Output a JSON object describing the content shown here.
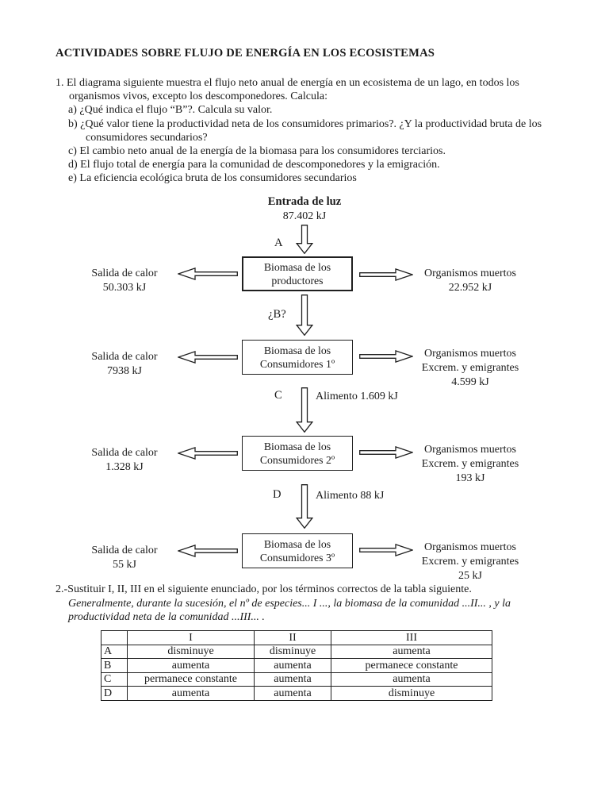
{
  "colors": {
    "background": "#ffffff",
    "text": "#1a1a1a",
    "line": "#1f1f1f"
  },
  "icons": {
    "down_arrow": "hollow-down-arrow",
    "left_arrow": "hollow-left-arrow",
    "right_arrow": "hollow-right-arrow"
  },
  "title": "ACTIVIDADES SOBRE FLUJO DE ENERGÍA EN LOS ECOSISTEMAS",
  "question1": {
    "number": "1.",
    "text": "El diagrama siguiente muestra el flujo neto anual de energía en un ecosistema de un lago, en todos los organismos vivos, excepto los descomponedores. Calcula:",
    "items": [
      {
        "label": "a)",
        "text": "¿Qué indica el flujo “B”?. Calcula su valor."
      },
      {
        "label": "b)",
        "text": "¿Qué valor tiene la productividad neta de los consumidores primarios?. ¿Y la productividad bruta de los consumidores secundarios?"
      },
      {
        "label": "c)",
        "text": "El cambio neto anual de la energía de la biomasa para los consumidores terciarios."
      },
      {
        "label": "d)",
        "text": "El flujo total de energía para la comunidad de descomponedores y la emigración."
      },
      {
        "label": "e)",
        "text": "La eficiencia ecológica bruta de los consumidores secundarios"
      }
    ]
  },
  "diagram": {
    "light": {
      "label": "Entrada de luz",
      "value": "87.402 kJ"
    },
    "flows": [
      {
        "left_label": "A",
        "right_label": ""
      },
      {
        "left_label": "¿B?",
        "right_label": ""
      },
      {
        "left_label": "C",
        "right_label": "Alimento 1.609 kJ"
      },
      {
        "left_label": "D",
        "right_label": "Alimento 88 kJ"
      }
    ],
    "levels": [
      {
        "box_line1": "Biomasa de los",
        "box_line2": "productores",
        "heat_label": "Salida de calor",
        "heat_value": "50.303 kJ",
        "out_lines": [
          "Organismos muertos",
          "22.952 kJ"
        ]
      },
      {
        "box_line1": "Biomasa de los",
        "box_line2": "Consumidores 1º",
        "heat_label": "Salida de calor",
        "heat_value": "7938 kJ",
        "out_lines": [
          "Organismos muertos",
          "Excrem. y emigrantes",
          "4.599 kJ"
        ]
      },
      {
        "box_line1": "Biomasa de los",
        "box_line2": "Consumidores 2º",
        "heat_label": "Salida de calor",
        "heat_value": "1.328 kJ",
        "out_lines": [
          "Organismos muertos",
          "Excrem. y emigrantes",
          "193 kJ"
        ]
      },
      {
        "box_line1": "Biomasa de los",
        "box_line2": "Consumidores 3º",
        "heat_label": "Salida de calor",
        "heat_value": "55 kJ",
        "out_lines": [
          "Organismos muertos",
          "Excrem. y emigrantes",
          "25 kJ"
        ]
      }
    ]
  },
  "question2": {
    "number": "2.-",
    "text": "Sustituir I, II, III en el siguiente enunciado, por los términos correctos de la tabla siguiente.",
    "italic": "Generalmente, durante la sucesión, el nº de especies... I ..., la biomasa de la comunidad ...II... , y la productividad neta de la comunidad ...III... ."
  },
  "table": {
    "headers": [
      "",
      "I",
      "II",
      "III"
    ],
    "rows": [
      {
        "label": "A",
        "cells": [
          "disminuye",
          "disminuye",
          "aumenta"
        ]
      },
      {
        "label": "B",
        "cells": [
          "aumenta",
          "aumenta",
          "permanece constante"
        ]
      },
      {
        "label": "C",
        "cells": [
          "permanece constante",
          "aumenta",
          "aumenta"
        ]
      },
      {
        "label": "D",
        "cells": [
          "aumenta",
          "aumenta",
          "disminuye"
        ]
      }
    ]
  }
}
